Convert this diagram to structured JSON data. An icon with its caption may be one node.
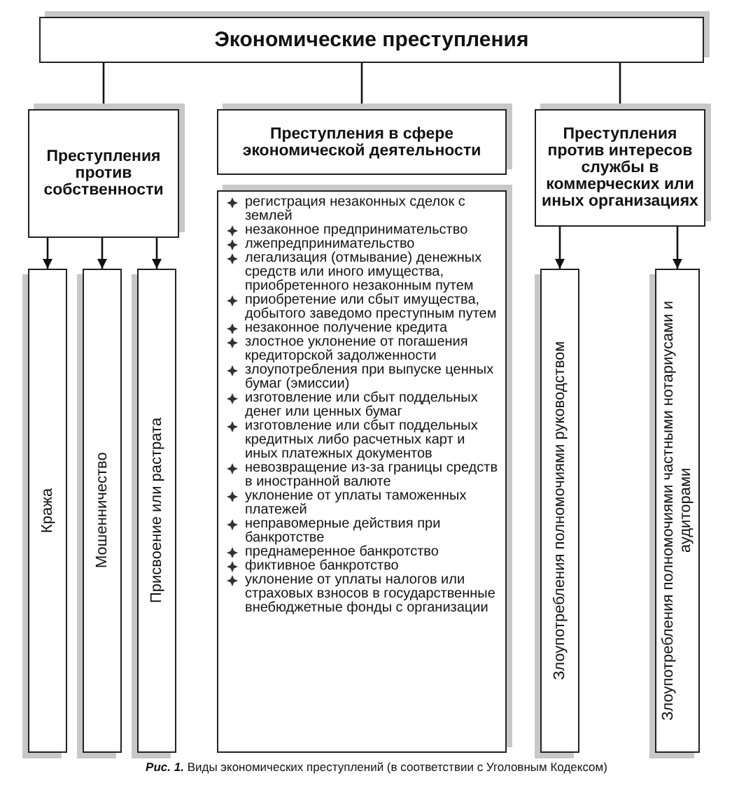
{
  "diagram": {
    "nodes": [
      {
        "text": [
          "Экономические преступления"
        ]
      },
      {
        "text": [
          "Преступления против собственности"
        ]
      },
      {
        "text": [
          "Преступления в сфере экономической деятельности"
        ]
      },
      {
        "text": [
          "Преступления против интересов службы в коммерческих или иных организациях"
        ]
      },
      {
        "text": [
          "регистрация незаконных сделок с землей",
          "незаконное предпринимательство",
          "лжепредпринимательство",
          "легализация (отмывание) денежных средств или иного имущества, приобретенного незаконным путем",
          "приобретение или сбыт имущества, добытого заведомо преступным путем",
          "незаконное получение кредита",
          "злостное уклонение от погашения кредиторской задолженности",
          "злоупотребления при выпуске ценных бумаг (эмиссии)",
          "изготовление или сбыт поддельных денег или ценных бумаг",
          "изготовление или сбыт поддельных кредитных либо расчетных карт и иных платежных документов",
          "невозвращение из-за границы средств в иностранной валюте",
          "уклонение от уплаты таможенных платежей",
          "неправомерные действия при банкротстве",
          "преднамеренное банкротство",
          "фиктивное банкротство",
          "уклонение от уплаты налогов или страховых взносов в государственные внебюджетные фонды с организации"
        ]
      },
      {
        "text": [
          "Кража"
        ]
      },
      {
        "text": [
          "Мошенничество"
        ]
      },
      {
        "text": [
          "Присвоение или растрата"
        ]
      },
      {
        "text": [
          "Злоупотребления полномочиями руководством"
        ]
      },
      {
        "text": [
          "Злоупотребления полномочиями частными нотариусами и аудиторами"
        ]
      }
    ],
    "edges": [
      {
        "from": 0,
        "to": 1,
        "arrow": "none"
      },
      {
        "from": 0,
        "to": 2,
        "arrow": "none"
      },
      {
        "from": 0,
        "to": 3,
        "arrow": "none"
      },
      {
        "from": 1,
        "to": 5,
        "arrow": "to"
      },
      {
        "from": 1,
        "to": 6,
        "arrow": "to"
      },
      {
        "from": 1,
        "to": 7,
        "arrow": "to"
      },
      {
        "from": 3,
        "to": 8,
        "arrow": "to"
      },
      {
        "from": 3,
        "to": 9,
        "arrow": "to"
      }
    ],
    "caption": "**Рис. 1.** Виды экономических преступлений (в соответствии с Уголовным Кодексом)"
  }
}
